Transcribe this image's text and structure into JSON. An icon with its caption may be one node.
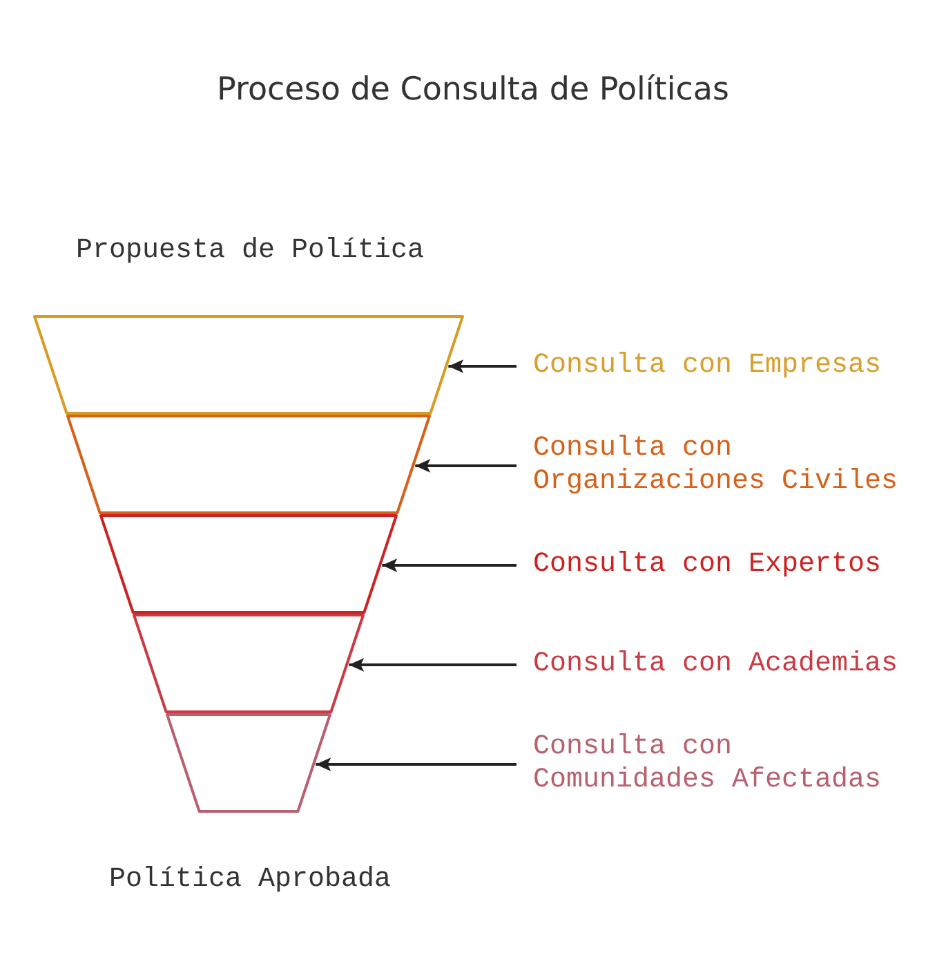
{
  "diagram": {
    "title": "Proceso de Consulta de Políticas",
    "nodes": [
      {
        "text": [],
        "shape": "trapezoid"
      },
      {
        "text": [],
        "shape": "trapezoid"
      },
      {
        "text": [],
        "shape": "trapezoid"
      },
      {
        "text": [],
        "shape": "trapezoid"
      },
      {
        "text": [],
        "shape": "trapezoid"
      },
      {
        "text": [
          "Consulta con Empresas"
        ]
      },
      {
        "text": [
          "Consulta con Organizaciones Civiles"
        ]
      },
      {
        "text": [
          "Consulta con Expertos"
        ]
      },
      {
        "text": [
          "Consulta con Academias"
        ]
      },
      {
        "text": [
          "Consulta con Comunidades Afectadas"
        ]
      }
    ],
    "edges": [
      {
        "from": 5,
        "to": 0,
        "arrow": "to"
      },
      {
        "from": 6,
        "to": 1,
        "arrow": "to"
      },
      {
        "from": 7,
        "to": 2,
        "arrow": "to"
      },
      {
        "from": 8,
        "to": 3,
        "arrow": "to"
      },
      {
        "from": 9,
        "to": 4,
        "arrow": "to"
      }
    ],
    "labels": [
      "Propuesta de Política",
      "Política Aprobada"
    ]
  }
}
